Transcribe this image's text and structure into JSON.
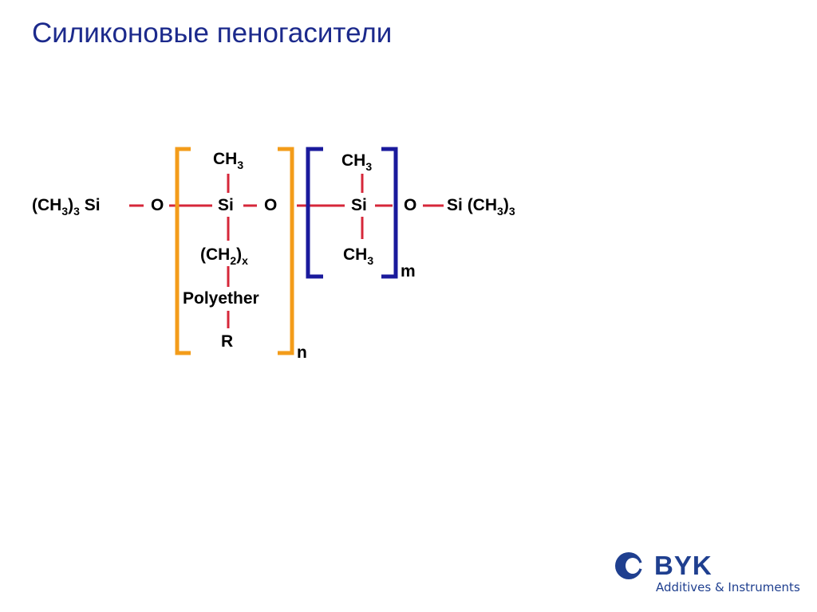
{
  "slide": {
    "title": "Силиконовые пеногасители"
  },
  "formula": {
    "left_terminal": {
      "group": "(CH",
      "sub": "3",
      "close": ")",
      "sub2": "3",
      "atom": "Si"
    },
    "left_oxygen": "O",
    "unit_n": {
      "top": {
        "text": "CH",
        "sub": "3"
      },
      "center": "Si",
      "oxygen": "O",
      "spacer": {
        "text": "(CH",
        "sub": "2",
        "close": ")",
        "sub2": "x"
      },
      "polyether": "Polyether",
      "end_group": "R",
      "index": "n"
    },
    "unit_m": {
      "top": {
        "text": "CH",
        "sub": "3"
      },
      "center": "Si",
      "bottom": {
        "text": "CH",
        "sub": "3"
      },
      "oxygen": "O",
      "index": "m"
    },
    "right_terminal": {
      "atom": "Si",
      "group": "(CH",
      "sub": "3",
      "close": ")",
      "sub2": "3"
    },
    "colors": {
      "bond": "#d6273a",
      "bracket_n": "#f39c1a",
      "bracket_m": "#1a1a9c"
    }
  },
  "brand": {
    "name": "BYK",
    "tagline": "Additives & Instruments",
    "color": "#1f3f8f"
  }
}
